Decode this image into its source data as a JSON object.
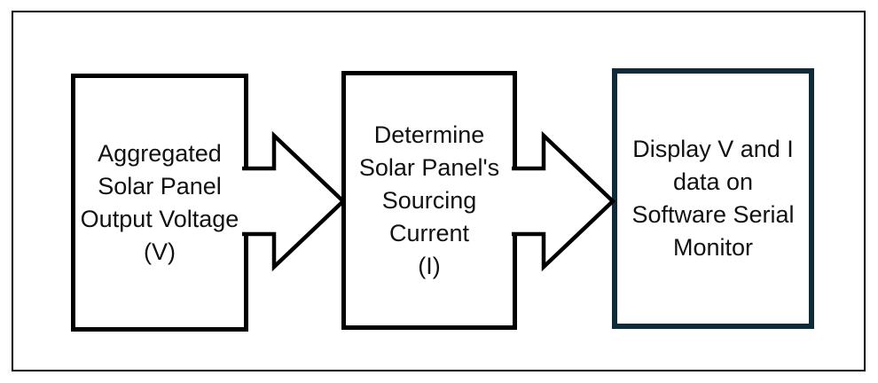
{
  "diagram": {
    "boxes": [
      {
        "name": "aggregated-voltage",
        "text": "Aggregated\nSolar Panel\nOutput Voltage\n(V)"
      },
      {
        "name": "sourcing-current",
        "text": "Determine\nSolar Panel's\nSourcing\nCurrent\n(I)"
      },
      {
        "name": "display-monitor",
        "text": "Display V and I\ndata on\nSoftware Serial\nMonitor"
      }
    ],
    "arrows": [
      {
        "name": "arrow-1",
        "direction": "right"
      },
      {
        "name": "arrow-2",
        "direction": "right"
      }
    ],
    "colors": {
      "background": "#ffffff",
      "frame_border": "#000000",
      "box_border": "#000000",
      "highlight_box_border": "#0f2b39",
      "arrow_fill": "#ffffff",
      "arrow_outline": "#000000",
      "text": "#111111"
    }
  }
}
